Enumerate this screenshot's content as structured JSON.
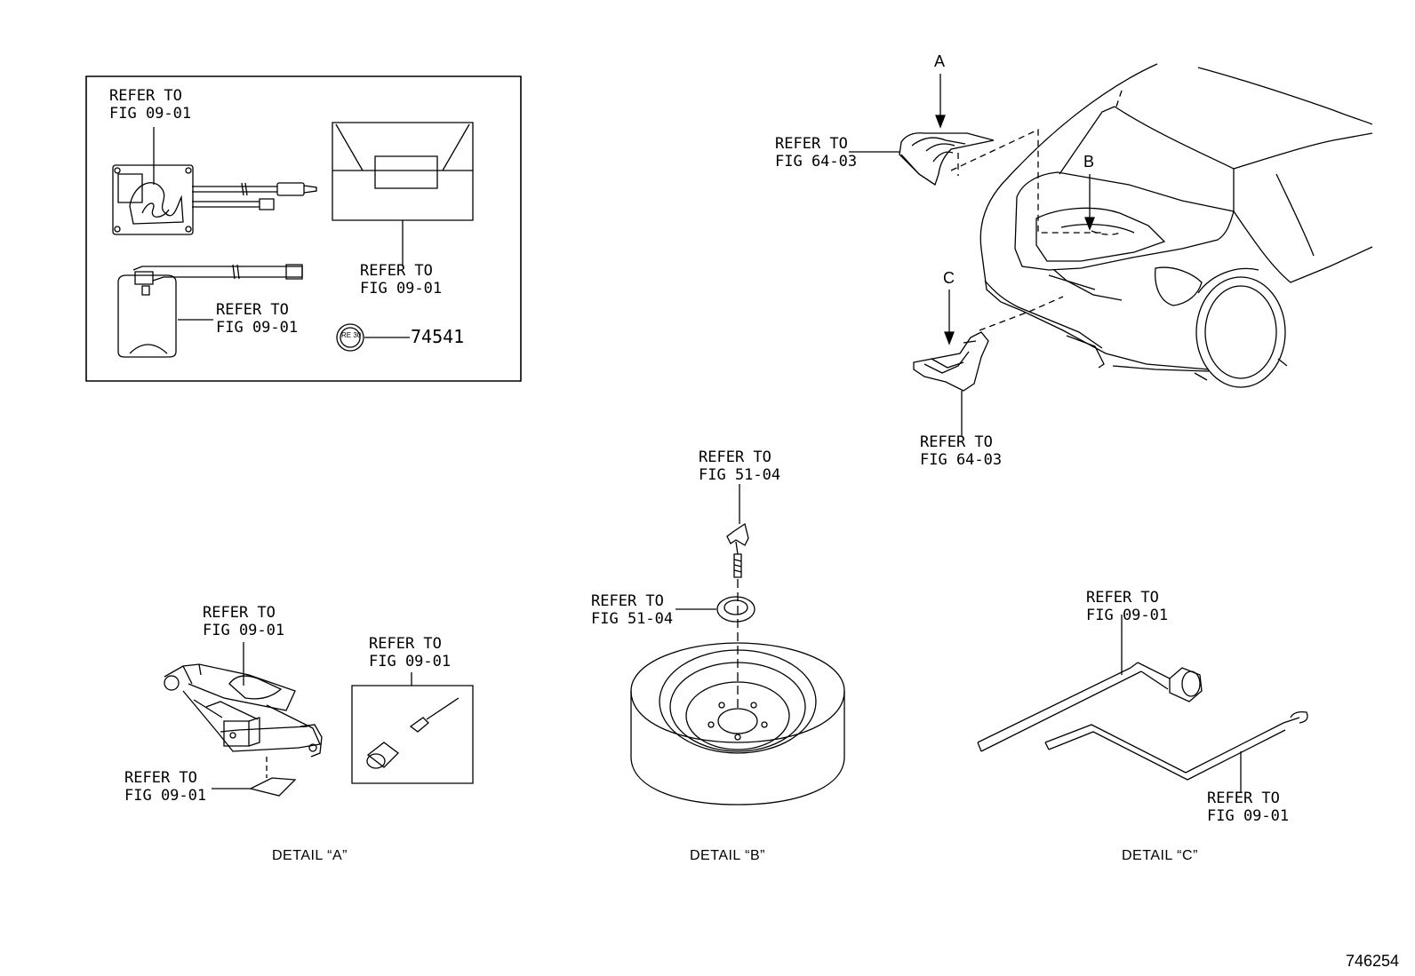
{
  "labels": {
    "kit_compressor": [
      "REFER TO",
      "FIG 09-01"
    ],
    "kit_bottle": [
      "REFER TO",
      "FIG 09-01"
    ],
    "kit_case": [
      "REFER TO",
      "FIG 09-01"
    ],
    "part_number": "74541",
    "tray_a": [
      "REFER TO",
      "FIG 64-03"
    ],
    "tray_c": [
      "REFER TO",
      "FIG 64-03"
    ],
    "jack": [
      "REFER TO",
      "FIG 09-01"
    ],
    "jack_pad": [
      "REFER TO",
      "FIG 09-01"
    ],
    "tool_bag": [
      "REFER TO",
      "FIG 09-01"
    ],
    "clamp_bolt": [
      "REFER TO",
      "FIG 51-04"
    ],
    "clamp_washer": [
      "REFER TO",
      "FIG 51-04"
    ],
    "wrench": [
      "REFER TO",
      "FIG 09-01"
    ],
    "jack_handle": [
      "REFER TO",
      "FIG 09-01"
    ]
  },
  "callouts": {
    "a": "A",
    "b": "B",
    "c": "C"
  },
  "captions": {
    "detail_a": "DETAIL “A”",
    "detail_b": "DETAIL “B”",
    "detail_c": "DETAIL “C”"
  },
  "sticker_text": "RE 30",
  "figure_number": "746254"
}
